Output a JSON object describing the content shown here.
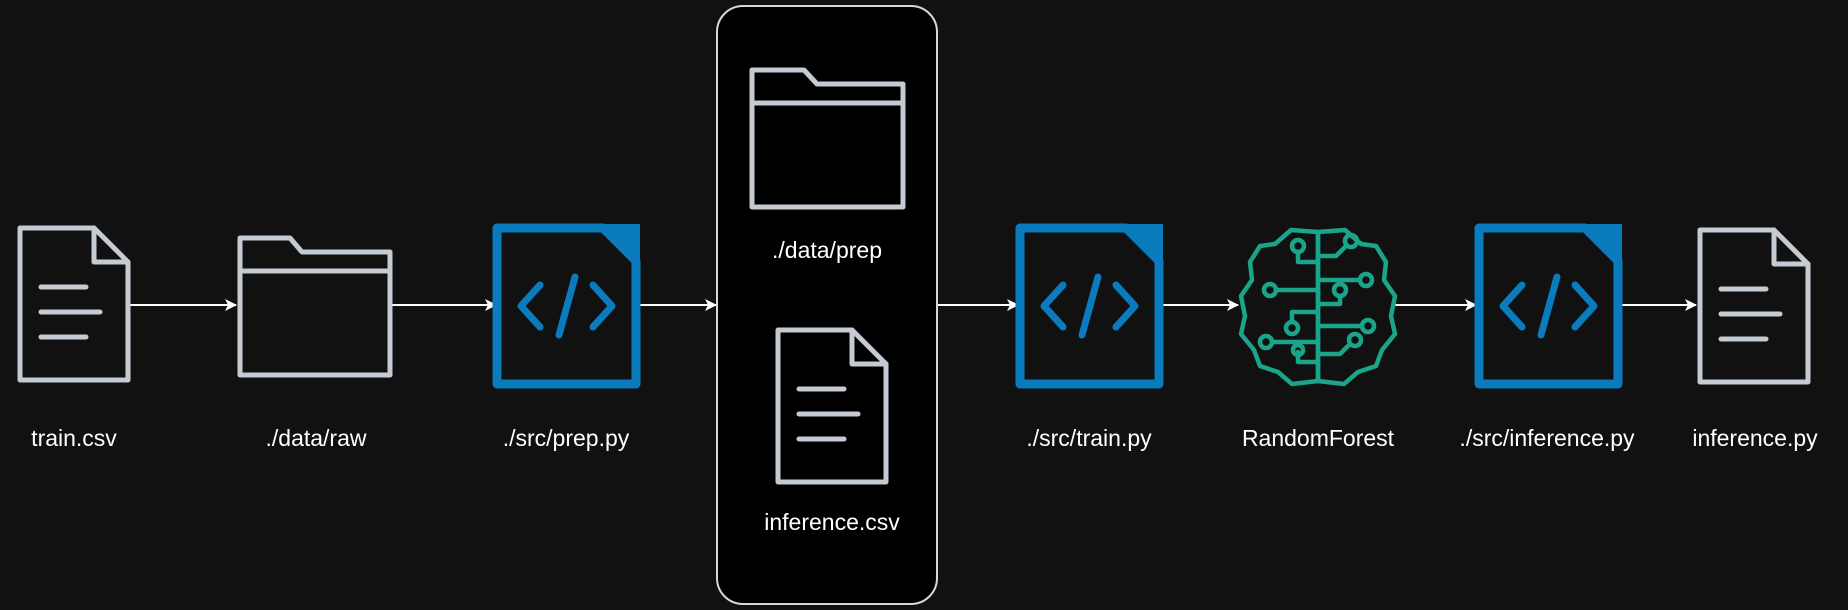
{
  "nodes": {
    "train_csv": {
      "label": "train.csv",
      "icon": "document-icon"
    },
    "data_raw": {
      "label": "./data/raw",
      "icon": "folder-icon"
    },
    "prep_py": {
      "label": "./src/prep.py",
      "icon": "code-file-icon"
    },
    "data_prep": {
      "label": "./data/prep",
      "icon": "folder-icon"
    },
    "inference_csv": {
      "label": "inference.csv",
      "icon": "document-icon"
    },
    "train_py": {
      "label": "./src/train.py",
      "icon": "code-file-icon"
    },
    "random_forest": {
      "label": "RandomForest",
      "icon": "brain-circuit-icon"
    },
    "inference_src_py": {
      "label": "./src/inference.py",
      "icon": "code-file-icon"
    },
    "inference_py": {
      "label": "inference.py",
      "icon": "document-icon"
    }
  },
  "colors": {
    "background": "#111111",
    "outline_gray": "#c5cbd3",
    "code_blue": "#0a7bbd",
    "brain_green": "#1aa58a",
    "group_fill": "#000000",
    "group_border": "#d8d8d8",
    "arrow": "#ffffff"
  }
}
